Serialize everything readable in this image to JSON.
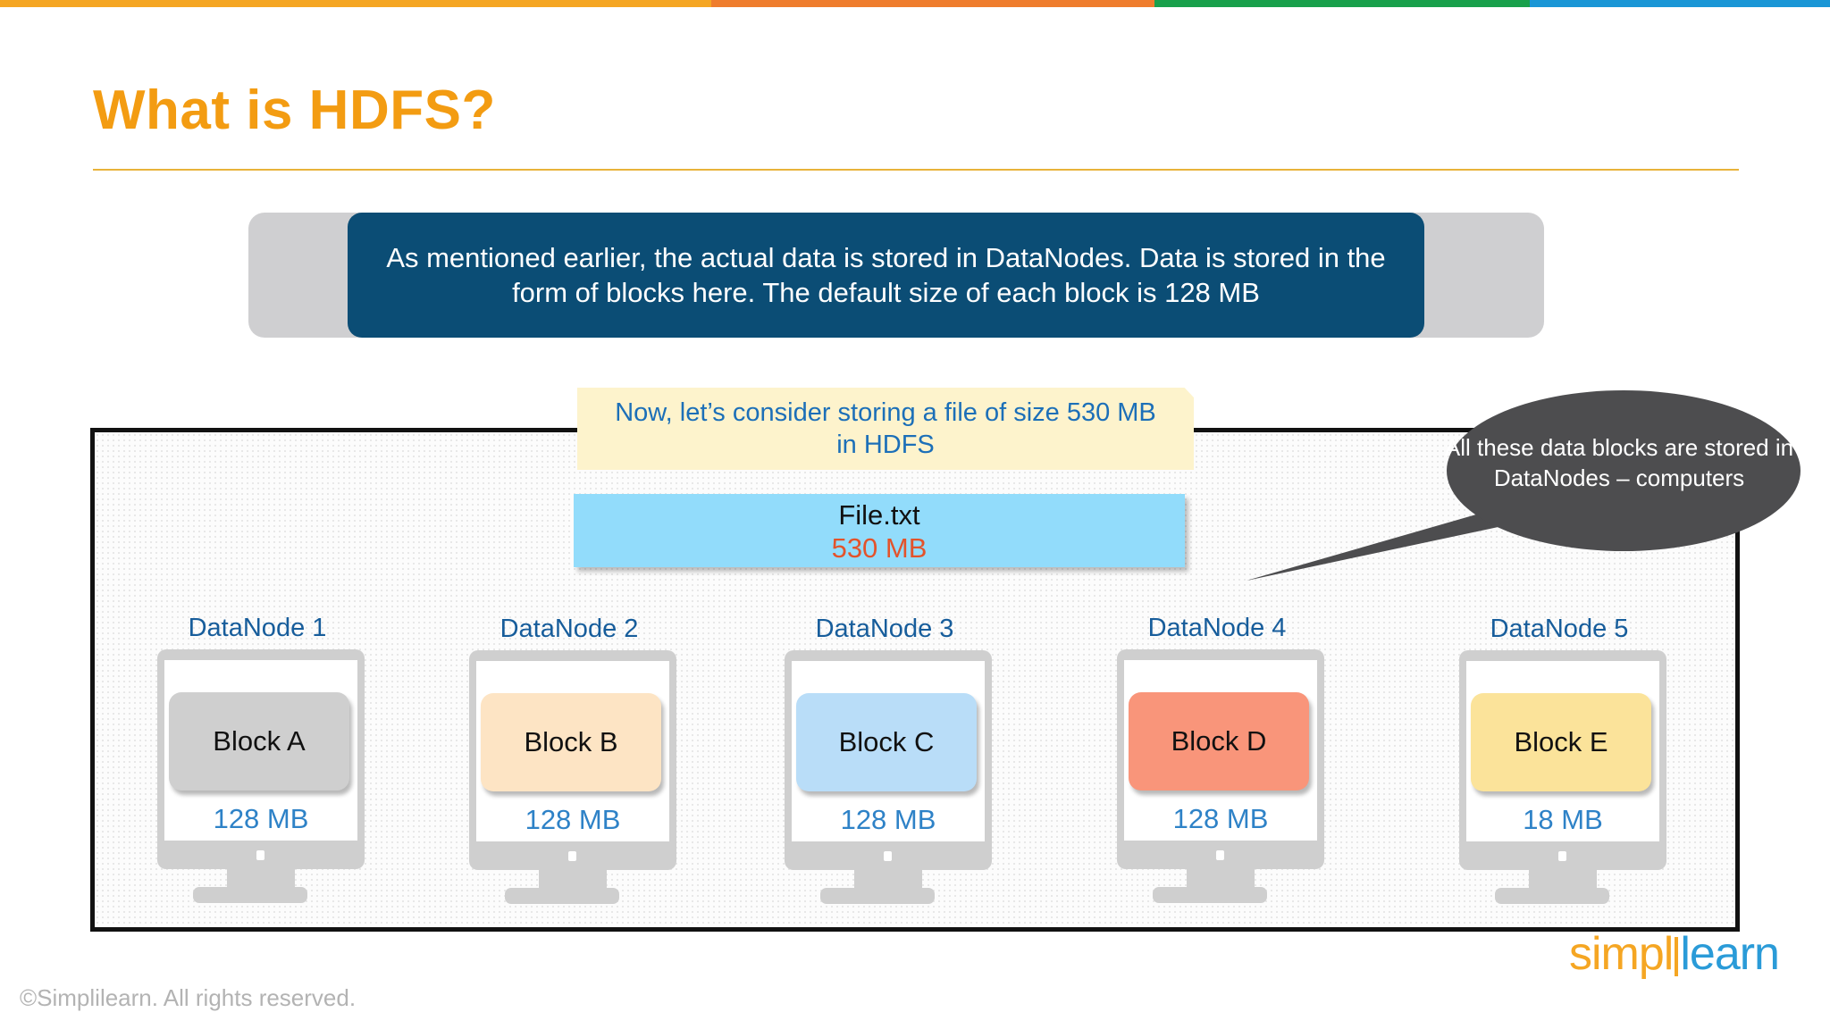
{
  "colors": {
    "top_bar": [
      "#f5a623",
      "#ef7d2d",
      "#19a04b",
      "#1a96d6"
    ],
    "title": "#f39c12",
    "intro_box": "#0b4d75",
    "file_box": "#92dcfb",
    "callout": "#4d4d4f"
  },
  "slide": {
    "title": "What is HDFS?",
    "intro_text": "As mentioned earlier, the actual data is stored in DataNodes. Data is stored in the form of blocks here. The default size of each block is 128 MB",
    "note_text": "Now, let’s consider storing a file of size 530 MB in HDFS",
    "file": {
      "name": "File.txt",
      "size": "530 MB"
    },
    "callout_text": "All these data blocks are stored in DataNodes – computers"
  },
  "nodes": [
    {
      "label": "DataNode 1",
      "block": "Block A",
      "size": "128 MB",
      "color": "#cfcfcf"
    },
    {
      "label": "DataNode 2",
      "block": "Block B",
      "size": "128 MB",
      "color": "#fde4c4"
    },
    {
      "label": "DataNode 3",
      "block": "Block C",
      "size": "128 MB",
      "color": "#b9ddf8"
    },
    {
      "label": "DataNode 4",
      "block": "Block D",
      "size": "128 MB",
      "color": "#f9957a"
    },
    {
      "label": "DataNode 5",
      "block": "Block E",
      "size": "18 MB",
      "color": "#fbe39a"
    }
  ],
  "footer": {
    "copyright": "©Simplilearn. All rights reserved.",
    "logo_left": "simpl",
    "logo_right": "learn"
  }
}
